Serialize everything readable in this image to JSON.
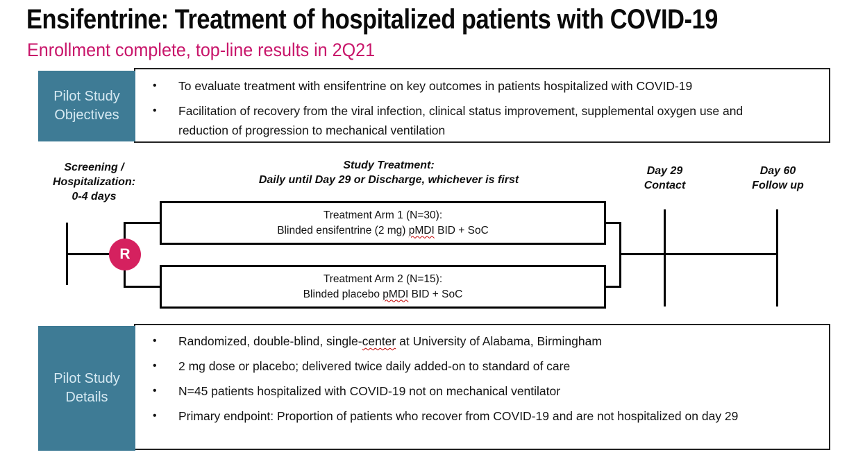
{
  "slide": {
    "title": "Ensifentrine: Treatment of hospitalized patients with COVID-19",
    "subtitle": "Enrollment complete, top-line results in 2Q21"
  },
  "glyphs": {
    "bullet": "•"
  },
  "objectives": {
    "label": {
      "line1": "Pilot Study",
      "line2": "Objectives"
    },
    "bullets": [
      "To evaluate treatment with ensifentrine on key outcomes in patients hospitalized with COVID-19",
      "Facilitation of recovery from the viral infection, clinical status improvement, supplemental oxygen use and reduction of progression to mechanical ventilation"
    ]
  },
  "timeline": {
    "screening_label": {
      "line1": "Screening /",
      "line2": "Hospitalization:",
      "line3": "0-4 days"
    },
    "treatment_label": {
      "line1": "Study Treatment:",
      "line2": "Daily until Day 29 or Discharge, whichever is first"
    },
    "day29_label": {
      "line1": "Day 29",
      "line2": "Contact"
    },
    "day60_label": {
      "line1": "Day 60",
      "line2": "Follow up"
    },
    "randomization": "R"
  },
  "arms": [
    {
      "title": "Treatment Arm 1 (N=30):",
      "desc_pre": "Blinded ensifentrine (2 mg) ",
      "desc_flagged": "pMDI",
      "desc_post": " BID + SoC"
    },
    {
      "title": "Treatment Arm 2 (N=15):",
      "desc_pre": "Blinded placebo ",
      "desc_flagged": "pMDI",
      "desc_post": " BID + SoC"
    }
  ],
  "details": {
    "label": {
      "line1": "Pilot Study",
      "line2": "Details"
    },
    "bullets": [
      {
        "pre": "Randomized, double-blind, single-",
        "flagged": "center",
        "post": " at University of Alabama, Birmingham"
      },
      {
        "pre": "2 mg dose or placebo; delivered twice daily added-on to standard of care",
        "flagged": "",
        "post": ""
      },
      {
        "pre": "N=45 patients hospitalized with COVID-19 not on mechanical ventilator",
        "flagged": "",
        "post": ""
      },
      {
        "pre": "Primary endpoint: Proportion of patients who recover from COVID-19 and are not hospitalized on day 29",
        "flagged": "",
        "post": ""
      }
    ]
  },
  "colors": {
    "teal": "#3e7b95",
    "teal_text": "#d6e9f2",
    "subtitle_pink": "#c8156a",
    "randomization_pink": "#d5215f",
    "spellcheck_red": "#c00000"
  }
}
